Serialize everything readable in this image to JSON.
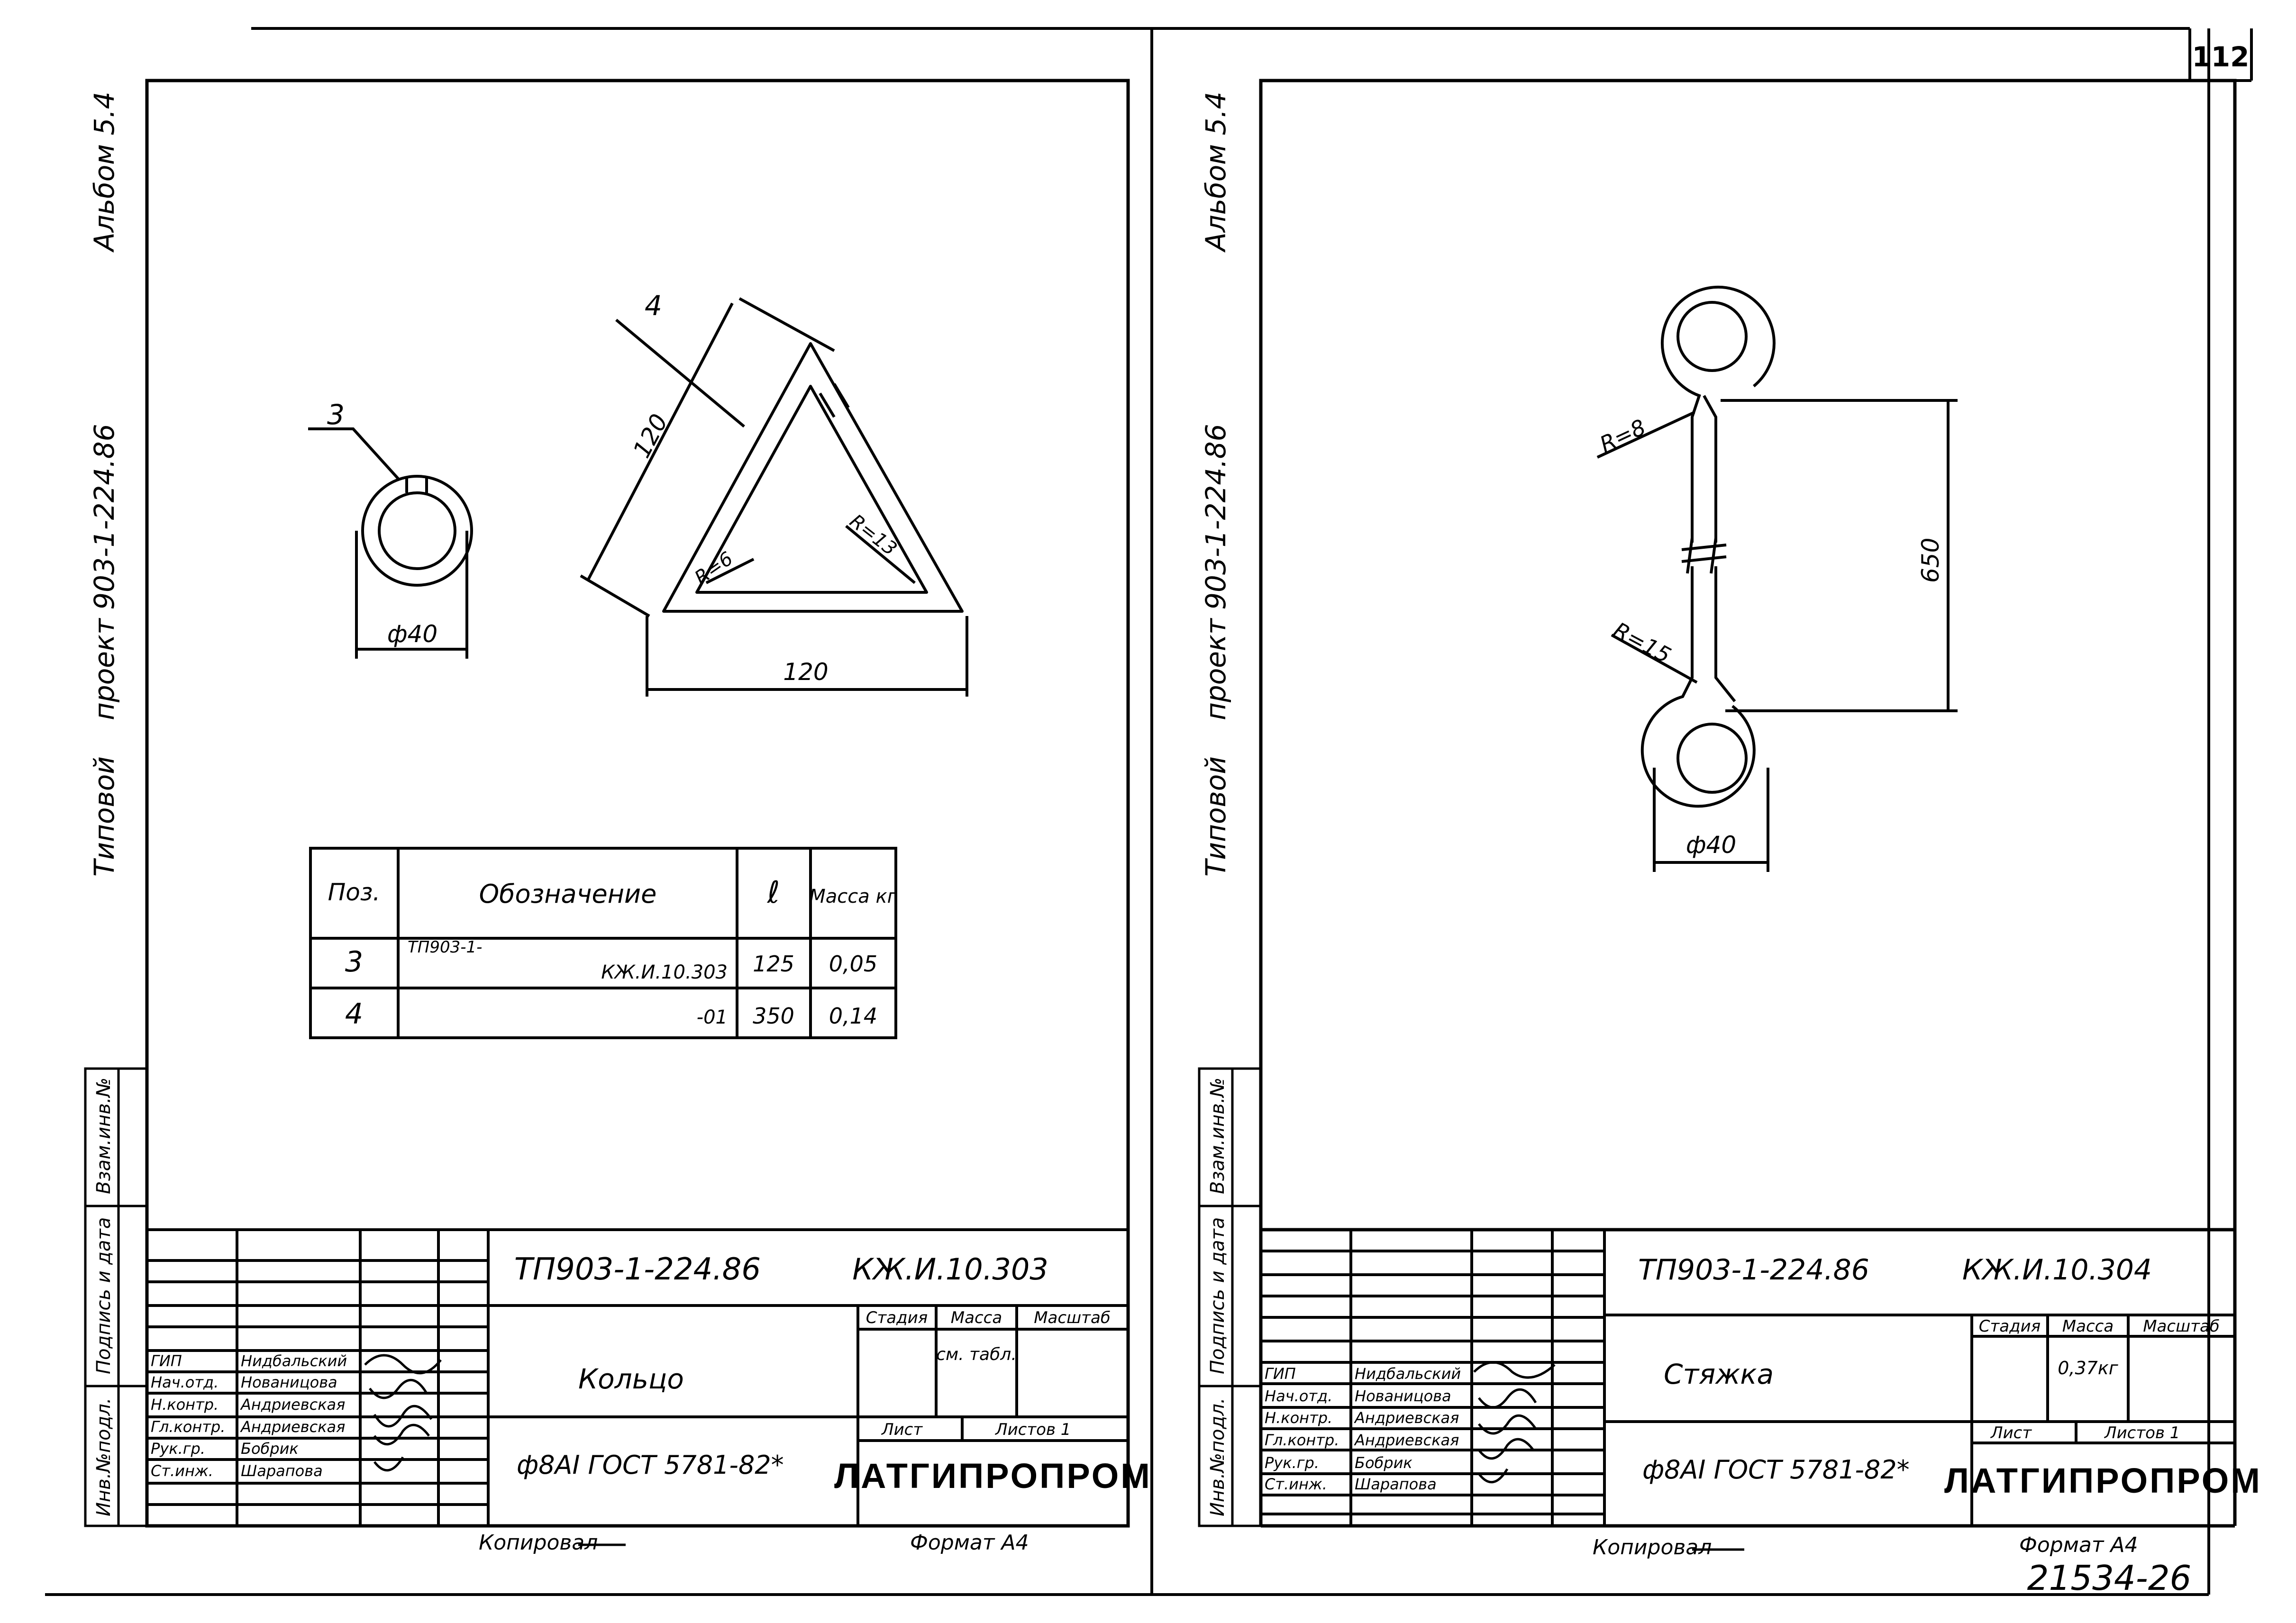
{
  "page_number": "112",
  "footer_number": "21534-26",
  "sheets": [
    {
      "side_title_1": "Типовой",
      "side_title_2": "проект 903-1-224.86",
      "side_title_3": "Альбом 5.4",
      "side_stamps": [
        "Инв.№подл.",
        "Подпись и дата",
        "Взам.инв.№"
      ],
      "code": "ТП903-1-224.86",
      "mark": "КЖ.И.10.303",
      "name": "Кольцо",
      "material": "ф8АI ГОСТ 5781-82*",
      "org": "ЛАТГИПРОПРОМ",
      "mass_value": "см. табл.",
      "copied": "Копировал",
      "format": "Формат А4",
      "cols": {
        "stage": "Стадия",
        "mass": "Масса",
        "scale": "Масштаб",
        "sheet": "Лист",
        "sheets": "Листов 1"
      },
      "staff": [
        {
          "role": "ГИП",
          "name": "Нидбальский"
        },
        {
          "role": "Нач.отд.",
          "name": "Нованицова"
        },
        {
          "role": "Н.контр.",
          "name": "Андриевская"
        },
        {
          "role": "Гл.контр.",
          "name": "Андриевская"
        },
        {
          "role": "Рук.гр.",
          "name": "Бобрик"
        },
        {
          "role": "Ст.инж.",
          "name": "Шарапова"
        }
      ],
      "drawing": {
        "pos3": "3",
        "pos4": "4",
        "dim_ring": "ф40",
        "dim_side": "120",
        "dim_base": "120",
        "r_inner": "R=6",
        "r_outer": "R=13"
      },
      "table": {
        "headers": [
          "Поз.",
          "Обозначение",
          "ℓ",
          "Масса кг"
        ],
        "rows": [
          {
            "pos": "3",
            "designation_top": "ТП903-1-",
            "designation": "КЖ.И.10.303",
            "length": "125",
            "mass": "0,05"
          },
          {
            "pos": "4",
            "designation_top": "",
            "designation": "-01",
            "length": "350",
            "mass": "0,14"
          }
        ]
      }
    },
    {
      "side_title_1": "Типовой",
      "side_title_2": "проект 903-1-224.86",
      "side_title_3": "Альбом 5.4",
      "side_stamps": [
        "Инв.№подл.",
        "Подпись и дата",
        "Взам.инв.№"
      ],
      "code": "ТП903-1-224.86",
      "mark": "КЖ.И.10.304",
      "name": "Стяжка",
      "material": "ф8АI ГОСТ 5781-82*",
      "org": "ЛАТГИПРОПРОМ",
      "mass_value": "0,37кг",
      "copied": "Копировал",
      "format": "Формат А4",
      "cols": {
        "stage": "Стадия",
        "mass": "Масса",
        "scale": "Масштаб",
        "sheet": "Лист",
        "sheets": "Листов 1"
      },
      "staff": [
        {
          "role": "ГИП",
          "name": "Нидбальский"
        },
        {
          "role": "Нач.отд.",
          "name": "Нованицова"
        },
        {
          "role": "Н.контр.",
          "name": "Андриевская"
        },
        {
          "role": "Гл.контр.",
          "name": "Андриевская"
        },
        {
          "role": "Рук.гр.",
          "name": "Бобрик"
        },
        {
          "role": "Ст.инж.",
          "name": "Шарапова"
        }
      ],
      "drawing": {
        "r_top": "R=8",
        "r_bottom": "R=15",
        "dim_length": "650",
        "dim_eye": "ф40"
      }
    }
  ]
}
